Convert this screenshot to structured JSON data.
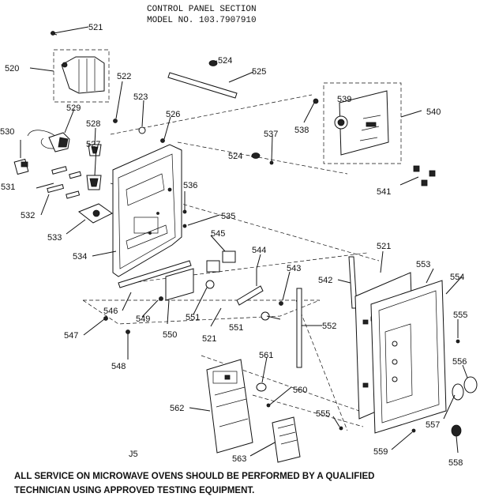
{
  "title": {
    "line1": "CONTROL PANEL SECTION",
    "line2": "MODEL NO. 103.7907910"
  },
  "callouts": {
    "c520": "520",
    "c521": "521",
    "c522": "522",
    "c523": "523",
    "c524": "524",
    "c525": "525",
    "c526": "526",
    "c527": "527",
    "c528": "528",
    "c529": "529",
    "c530": "530",
    "c531": "531",
    "c532": "532",
    "c533": "533",
    "c534": "534",
    "c535": "535",
    "c536": "536",
    "c537": "537",
    "c538": "538",
    "c539": "539",
    "c540": "540",
    "c541": "541",
    "c542": "542",
    "c543": "543",
    "c544": "544",
    "c545": "545",
    "c546": "546",
    "c547": "547",
    "c548": "548",
    "c549": "549",
    "c550": "550",
    "c551": "551",
    "c552": "552",
    "c553": "553",
    "c554": "554",
    "c555": "555",
    "c556": "556",
    "c557": "557",
    "c558": "558",
    "c559": "559",
    "c560": "560",
    "c561": "561",
    "c562": "562",
    "c563": "563"
  },
  "figure_code": "J5",
  "footer": {
    "line1": "ALL SERVICE ON MICROWAVE OVENS SHOULD BE PERFORMED BY A QUALIFIED",
    "line2": "TECHNICIAN USING APPROVED TESTING EQUIPMENT."
  }
}
